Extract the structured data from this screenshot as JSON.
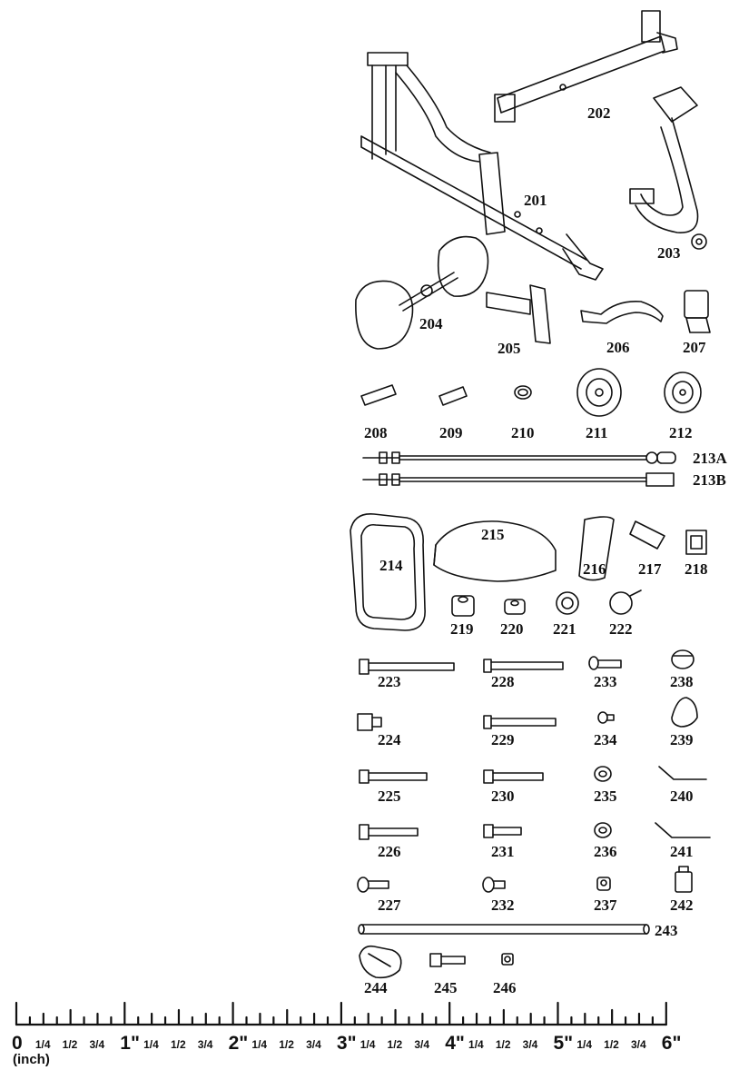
{
  "parts": [
    {
      "id": "201",
      "label": "201"
    },
    {
      "id": "202",
      "label": "202"
    },
    {
      "id": "203",
      "label": "203"
    },
    {
      "id": "204",
      "label": "204"
    },
    {
      "id": "205",
      "label": "205"
    },
    {
      "id": "206",
      "label": "206"
    },
    {
      "id": "207",
      "label": "207"
    },
    {
      "id": "208",
      "label": "208"
    },
    {
      "id": "209",
      "label": "209"
    },
    {
      "id": "210",
      "label": "210"
    },
    {
      "id": "211",
      "label": "211"
    },
    {
      "id": "212",
      "label": "212"
    },
    {
      "id": "213A",
      "label": "213A"
    },
    {
      "id": "213B",
      "label": "213B"
    },
    {
      "id": "214",
      "label": "214"
    },
    {
      "id": "215",
      "label": "215"
    },
    {
      "id": "216",
      "label": "216"
    },
    {
      "id": "217",
      "label": "217"
    },
    {
      "id": "218",
      "label": "218"
    },
    {
      "id": "219",
      "label": "219"
    },
    {
      "id": "220",
      "label": "220"
    },
    {
      "id": "221",
      "label": "221"
    },
    {
      "id": "222",
      "label": "222"
    },
    {
      "id": "223",
      "label": "223"
    },
    {
      "id": "224",
      "label": "224"
    },
    {
      "id": "225",
      "label": "225"
    },
    {
      "id": "226",
      "label": "226"
    },
    {
      "id": "227",
      "label": "227"
    },
    {
      "id": "228",
      "label": "228"
    },
    {
      "id": "229",
      "label": "229"
    },
    {
      "id": "230",
      "label": "230"
    },
    {
      "id": "231",
      "label": "231"
    },
    {
      "id": "232",
      "label": "232"
    },
    {
      "id": "233",
      "label": "233"
    },
    {
      "id": "234",
      "label": "234"
    },
    {
      "id": "235",
      "label": "235"
    },
    {
      "id": "236",
      "label": "236"
    },
    {
      "id": "237",
      "label": "237"
    },
    {
      "id": "238",
      "label": "238"
    },
    {
      "id": "239",
      "label": "239"
    },
    {
      "id": "240",
      "label": "240"
    },
    {
      "id": "241",
      "label": "241"
    },
    {
      "id": "242",
      "label": "242"
    },
    {
      "id": "243",
      "label": "243"
    },
    {
      "id": "244",
      "label": "244"
    },
    {
      "id": "245",
      "label": "245"
    },
    {
      "id": "246",
      "label": "246"
    }
  ],
  "ruler": {
    "unit_label": "(inch)",
    "major_labels": [
      "0",
      "1\"",
      "2\"",
      "3\"",
      "4\"",
      "5\"",
      "6\""
    ],
    "minor_labels": [
      "1/4",
      "1/2",
      "3/4"
    ]
  }
}
